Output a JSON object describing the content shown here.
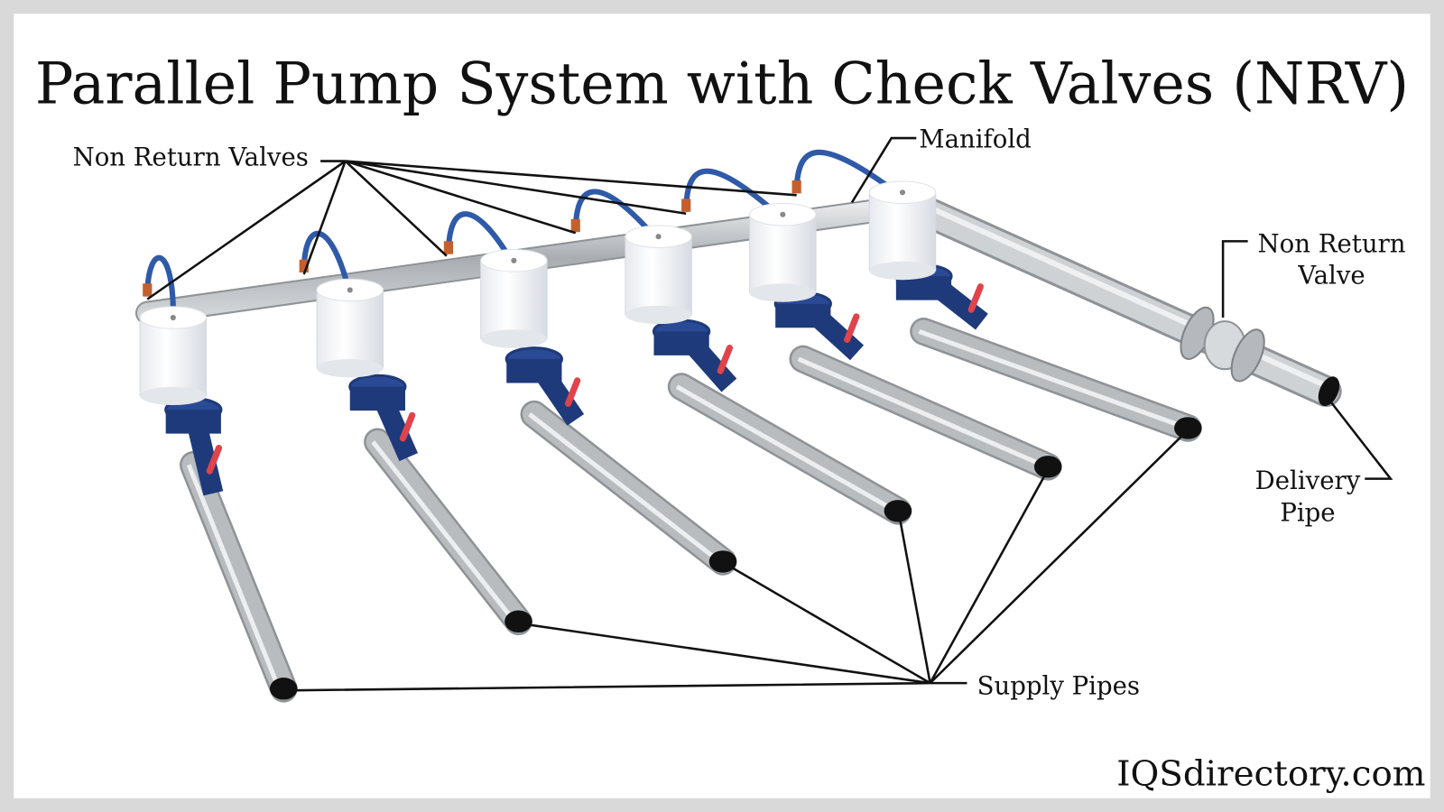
{
  "title": "Parallel Pump System with Check Valves (NRV)",
  "labels": {
    "non_return_valves": "Non Return Valves",
    "manifold": "Manifold",
    "non_return_valve_line1": "Non Return",
    "non_return_valve_line2": "Valve",
    "delivery_pipe_line1": "Delivery",
    "delivery_pipe_line2": "Pipe",
    "supply_pipes": "Supply Pipes"
  },
  "logo": "IQSdirectory.com",
  "colors": {
    "pipe": "#b9bcbf",
    "pump_body": "#f4f6f8",
    "pump_blue": "#1f3a7a",
    "valve_handle": "#e0434b",
    "nrv_copper": "#c4602e",
    "border": "#d9d9d9"
  }
}
